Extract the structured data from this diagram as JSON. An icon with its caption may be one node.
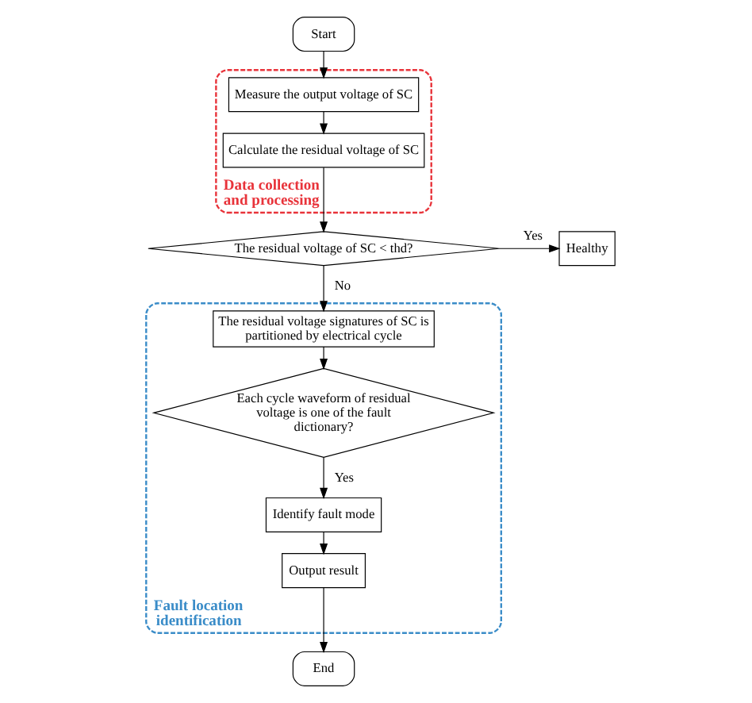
{
  "diagram": {
    "nodes": [
      {
        "text": [
          "Start"
        ]
      },
      {
        "text": [
          "Data collection and processing"
        ]
      },
      {
        "text": [
          "Measure the output voltage of SC"
        ],
        "in": 1
      },
      {
        "text": [
          "Calculate the residual voltage of SC"
        ],
        "in": 1
      },
      {
        "text": [
          "The residual voltage of SC < thd?"
        ]
      },
      {
        "text": [
          "Healthy"
        ]
      },
      {
        "text": [
          "Fault location identification"
        ]
      },
      {
        "text": [
          "The residual voltage signatures of SC is partitioned by electrical cycle"
        ],
        "in": 6
      },
      {
        "text": [
          "Each cycle waveform of residual voltage is one of the fault dictionary?"
        ],
        "in": 6
      },
      {
        "text": [
          "Identify fault mode"
        ],
        "in": 6
      },
      {
        "text": [
          "Output result"
        ],
        "in": 6
      },
      {
        "text": [
          "End"
        ]
      }
    ],
    "edges": [
      {
        "from": 0,
        "to": 2,
        "arrow": "to"
      },
      {
        "from": 2,
        "to": 3,
        "arrow": "to"
      },
      {
        "from": 3,
        "to": 4,
        "arrow": "to"
      },
      {
        "from": 4,
        "to": 5,
        "arrow": "to",
        "label": "Yes"
      },
      {
        "from": 4,
        "to": 7,
        "arrow": "to",
        "label": "No"
      },
      {
        "from": 7,
        "to": 8,
        "arrow": "to"
      },
      {
        "from": 8,
        "to": 9,
        "arrow": "to",
        "label": "Yes"
      },
      {
        "from": 9,
        "to": 10,
        "arrow": "to"
      },
      {
        "from": 10,
        "to": 11,
        "arrow": "to"
      }
    ]
  }
}
